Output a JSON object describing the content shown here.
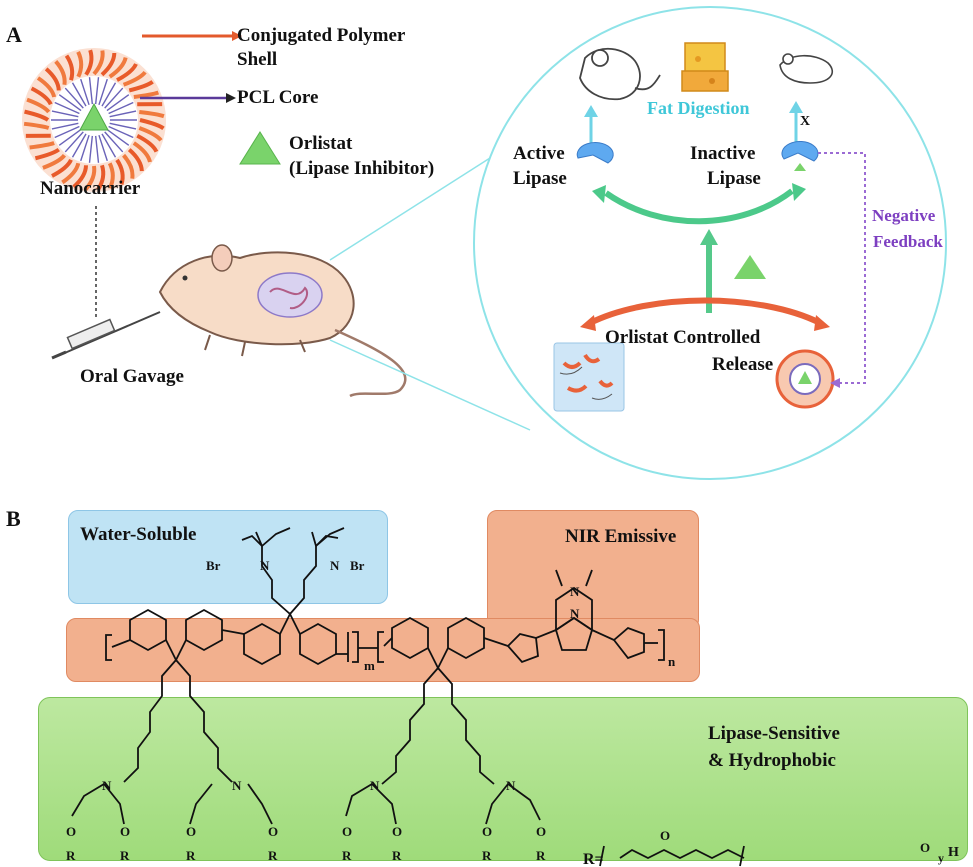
{
  "panelA": {
    "label": "A",
    "legend": {
      "shell_line1": "Conjugated Polymer",
      "shell_line2": "Shell",
      "core": "PCL Core",
      "drug_line1": "Orlistat",
      "drug_line2": "(Lipase Inhibitor)"
    },
    "nanocarrier": "Nanocarrier",
    "oral_gavage": "Oral Gavage",
    "circle": {
      "fat_digestion": "Fat Digestion",
      "x_mark": "X",
      "active_line1": "Active",
      "active_line2": "Lipase",
      "inactive_line1": "Inactive",
      "inactive_line2": "Lipase",
      "feedback_line1": "Negative",
      "feedback_line2": "Feedback",
      "release_line1": "Orlistat Controlled",
      "release_line2": "Release"
    }
  },
  "panelB": {
    "label": "B",
    "water_soluble": "Water-Soluble",
    "nir_emissive": "NIR Emissive",
    "lipase_line1": "Lipase-Sensitive",
    "lipase_line2": "& Hydrophobic",
    "r_group": "R=",
    "sub_m": "m",
    "sub_n": "n",
    "sub_y": "y",
    "h_atom": "H",
    "atoms": {
      "br": "Br",
      "n": "N",
      "o": "O",
      "r": "R"
    }
  },
  "colors": {
    "teal_text": "#3fc7d8",
    "negative_feedback": "#7d3fc1",
    "water_box": "#bfe3f4",
    "nir_box": "#f2b08e",
    "lipase_box": "#a7df7e",
    "orange_arc": "#e8623a",
    "green_arrow": "#55c98a"
  }
}
